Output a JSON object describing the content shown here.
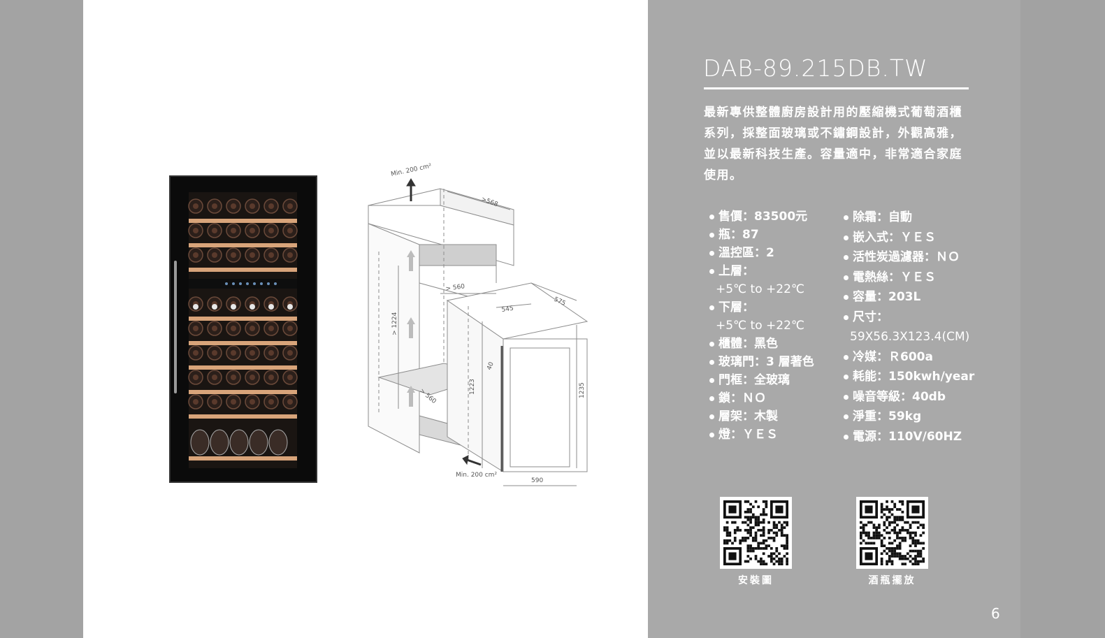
{
  "product": {
    "model": "DAB-89.215DB.TW",
    "description": "最新專供整體廚房設計用的壓縮機式葡萄酒櫃系列，採整面玻璃或不鏽鋼設計，外觀高雅，並以最新科技生產。容量適中，非常適合家庭使用。"
  },
  "specs_left": [
    {
      "text": "售價：83500元"
    },
    {
      "text": "瓶：87"
    },
    {
      "text": "溫控區：2"
    },
    {
      "text": "上層："
    },
    {
      "text": "+5℃ to +22℃",
      "continuation": true
    },
    {
      "text": "下層："
    },
    {
      "text": "+5℃ to +22℃",
      "continuation": true
    },
    {
      "text": "櫃體：黑色"
    },
    {
      "text": "玻璃門：3 層著色"
    },
    {
      "text": "門框：全玻璃"
    },
    {
      "text": "鎖：ＮＯ"
    },
    {
      "text": "層架：木製"
    },
    {
      "text": "燈：ＹＥＳ"
    }
  ],
  "specs_right": [
    {
      "text": "除霜：自動"
    },
    {
      "text": "嵌入式：ＹＥＳ"
    },
    {
      "text": "活性炭過濾器：ＮＯ"
    },
    {
      "text": "電熱絲：ＹＥＳ"
    },
    {
      "text": "容量：203L"
    },
    {
      "text": "尺寸："
    },
    {
      "text": "59X56.3X123.4(CM)",
      "continuation": true
    },
    {
      "text": "冷媒：Ｒ600a"
    },
    {
      "text": "耗能：150kwh/year"
    },
    {
      "text": "噪音等級：40db"
    },
    {
      "text": "淨重：59kg"
    },
    {
      "text": "電源：110V/60HZ"
    }
  ],
  "qr_codes": [
    {
      "label": "安裝圖"
    },
    {
      "label": "酒瓶擺放"
    }
  ],
  "diagram": {
    "min_top": "Min. 200 cm²",
    "min_bottom": "Min. 200 cm²",
    "dim_568": ">568",
    "dim_560a": "> 560",
    "dim_560b": "> 560",
    "dim_1224": "> 1224",
    "dim_545": "545",
    "dim_575": "575",
    "dim_40": "40",
    "dim_1223": "1223",
    "dim_1235": "1235",
    "dim_590": "590"
  },
  "colors": {
    "panel_gray": "#a9a9a9",
    "text_white": "#ffffff",
    "shelf_wood": "#d8a47a"
  },
  "page_number": "6"
}
